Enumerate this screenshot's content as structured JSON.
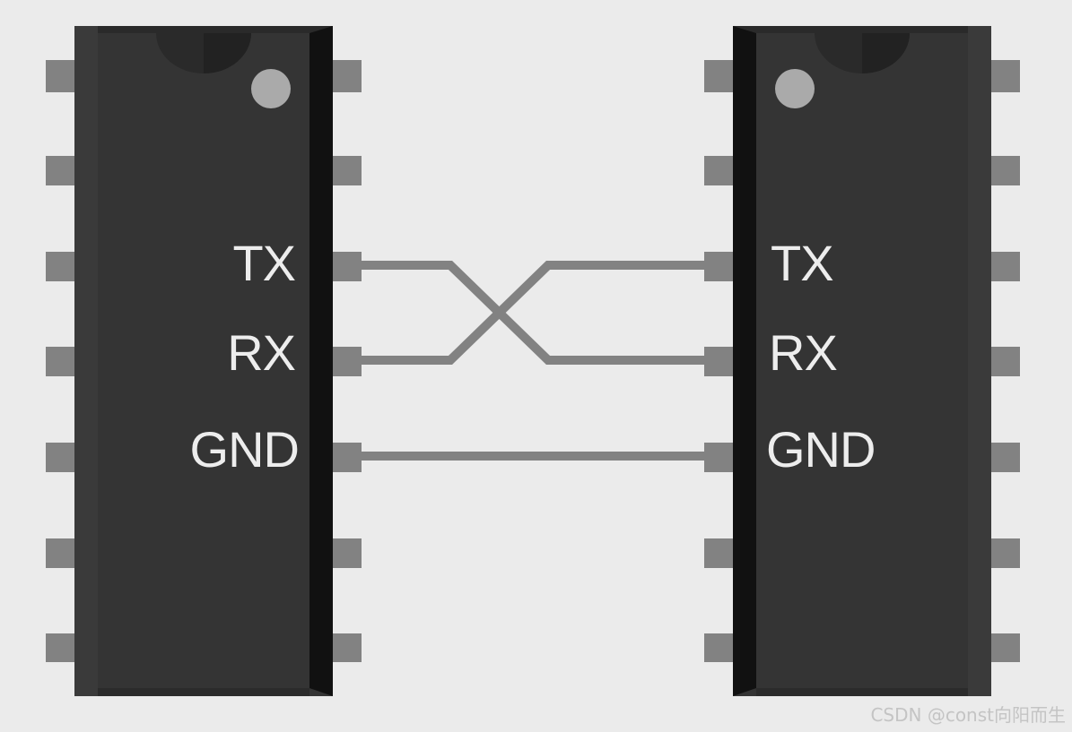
{
  "chips": [
    {
      "id": "left",
      "pin_labels": [
        "TX",
        "RX",
        "GND"
      ]
    },
    {
      "id": "right",
      "pin_labels": [
        "TX",
        "RX",
        "GND"
      ]
    }
  ],
  "connections": [
    {
      "from": "left.TX",
      "to": "right.RX"
    },
    {
      "from": "left.RX",
      "to": "right.TX"
    },
    {
      "from": "left.GND",
      "to": "right.GND"
    }
  ],
  "colors": {
    "background": "#ebebeb",
    "chip_body": "#343434",
    "chip_edge_dark": "#111111",
    "pin": "#828282",
    "wire": "#828282",
    "pin_dot": "#aaaaaa",
    "label": "#ededed"
  },
  "watermark": "CSDN @const向阳而生"
}
